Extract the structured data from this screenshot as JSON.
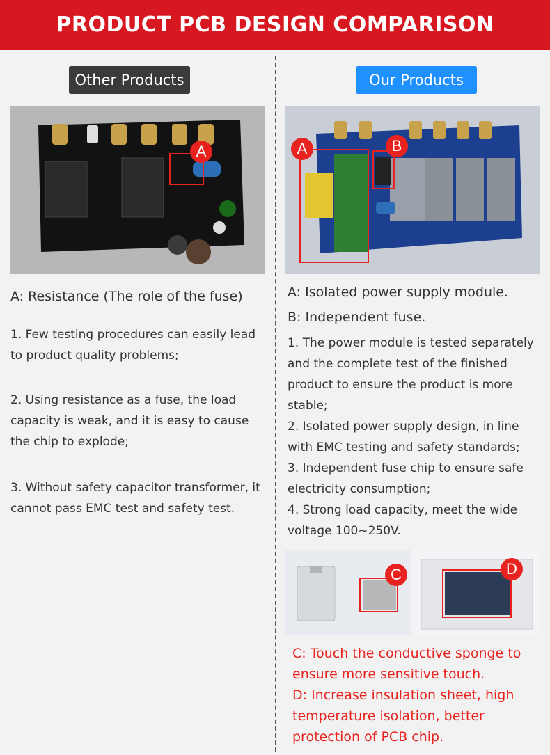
{
  "header": {
    "title": "PRODUCT PCB DESIGN COMPARISON"
  },
  "left": {
    "badge": "Other Products",
    "marker": "A",
    "label": "A: Resistance (The role of the fuse)",
    "points": [
      "1. Few testing procedures can easily lead to product quality problems;",
      "2. Using resistance as a fuse, the load capacity is weak, and it is easy to cause the chip to explode;",
      "3. Without safety capacitor transformer, it cannot pass EMC test and safety test."
    ]
  },
  "right": {
    "badge": "Our Products",
    "markers": [
      "A",
      "B",
      "C",
      "D"
    ],
    "label_a": "A: Isolated power supply module.",
    "label_b": "B: Independent fuse.",
    "points": [
      "1. The power module is tested separately and the complete test of the finished product to ensure the product is more stable;",
      "2. Isolated power supply design, in line with EMC testing and safety standards;",
      "3. Independent fuse chip to ensure safe electricity consumption;",
      "4. Strong load capacity, meet the wide voltage 100~250V."
    ],
    "caption_c": "C: Touch the conductive sponge to ensure more sensitive touch.",
    "caption_d": "D: Increase insulation sheet, high temperature isolation, better protection of PCB chip."
  },
  "colors": {
    "header_bg": "#d81820",
    "accent_red": "#e8231f",
    "ours_badge": "#1e90ff",
    "other_badge": "#3a3a3a"
  }
}
